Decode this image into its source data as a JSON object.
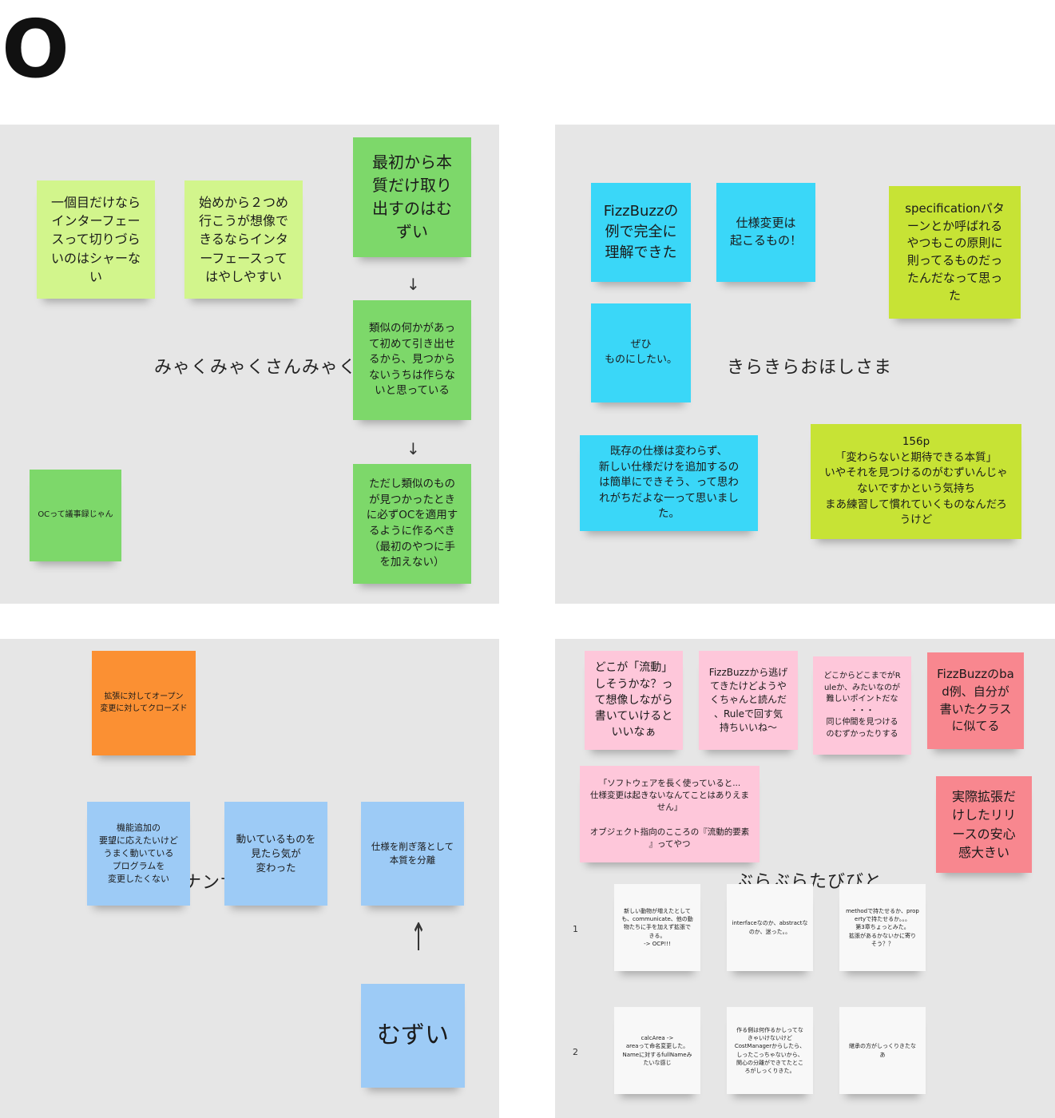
{
  "board": {
    "title": "O"
  },
  "frames": {
    "tl": {
      "label": "みゃくみゃくさんみゃく",
      "notes": [
        "一個目だけなら\nインターフェー\nスって切りづら\nいのはシャーな\nい",
        "始めから２つめ\n行こうが想像で\nきるならインタ\nーフェースって\nはやしやすい",
        "最初から本\n質だけ取り\n出すのはむ\nずい",
        "類似の何かがあっ\nて初めて引き出せ\nるから、見つから\nないうちは作らな\nいと思っている",
        "ただし類似のもの\nが見つかったとき\nに必ずOCを適用す\nるように作るべき\n（最初のやつに手\nを加えない）",
        "OCって議事録じゃん"
      ],
      "arrows": [
        "↓",
        "↓"
      ]
    },
    "tr": {
      "label": "きらきらおほしさま",
      "notes": [
        "FizzBuzzの\n例で完全に\n理解できた",
        "仕様変更は\n起こるもの！",
        "specificationパタ\nーンとか呼ばれる\nやつもこの原則に\n則ってるものだっ\nたんだなって思っ\nた",
        "ぜひ\nものにしたい。",
        "既存の仕様は変わらず、\n新しい仕様だけを追加するの\nは簡単にできそう、って思わ\nれがちだよな一って思いまし\nた。",
        "156p\n「変わらないと期待できる本質」\nいやそれを見つけるのがむずいんじゃ\nないですかという気持ち\nまあ練習して慣れていくものなんだろ\nうけど"
      ]
    },
    "bl": {
      "label": "ナンサ",
      "notes": [
        "拡張に対してオープン\n変更に対してクローズド",
        "機能追加の\n要望に応えたいけど\nうまく動いている\nプログラムを\n変更したくない",
        "動いているものを\n見たら気が\n変わった",
        "仕様を削ぎ落として\n本質を分離",
        "むずい"
      ],
      "arrows": [
        "↑"
      ]
    },
    "br": {
      "label": "ぶらぶらたびびと",
      "notes": [
        "どこが「流動」\nしそうかな？っ\nて想像しながら\n書いていけると\nいいなぁ",
        "FizzBuzzから逃げ\nてきたけどようや\nくちゃんと読んだ\n、Ruleで回す気\n持ちいいね〜",
        "どこからどこまでがR\nuleか、みたいなのが\n難しいポイントだな\n・・・\n同じ仲間を見つける\nのむずかったりする",
        "FizzBuzzのba\nd例、自分が\n書いたクラス\nに似てる",
        "「ソフトウェアを長く使っていると...\n仕様変更は起きないなんてことはありえま\nせん」\n\nオブジェクト指向のこころの『流動的要素\n』ってやつ",
        "実際拡張だ\nけしたリリ\nースの安心\n感大きい",
        "新しい動物が増えたとして\nも、communicate、他の動\n物たちに手を加えず拡張で\nきる。\n-> OCP!!!",
        "interfaceなのか、abstractな\nのか、迷った。。",
        "methodで持たせるか、prop\nertyで持たせるか。。。\n第3章ちょっとみた。\n拡張があるかないかに寄り\nそう？？",
        "calcArea ->\nareaって命名変更した。\nNameに対するfullNameみ\nたいな感じ",
        "作る側は何作るかしってな\nきゃいけないけど\nCostManagerからしたら、\nしったこっちゃないから、\n関心の分離ができてたとこ\nろがしっくりきた。",
        "継承の方がしっくりきたな\nあ"
      ],
      "rows": [
        "1",
        "2"
      ]
    }
  },
  "colors": {
    "frame_bg": "#e6e6e6",
    "lime": "#d2f58c",
    "green": "#7dd86a",
    "cyan": "#3ad7f8",
    "yellow_green": "#c7e335",
    "orange": "#fb9033",
    "blue": "#9dcbf6",
    "pink": "#fec7da",
    "red": "#f8878f",
    "white": "#f8f8f8"
  }
}
